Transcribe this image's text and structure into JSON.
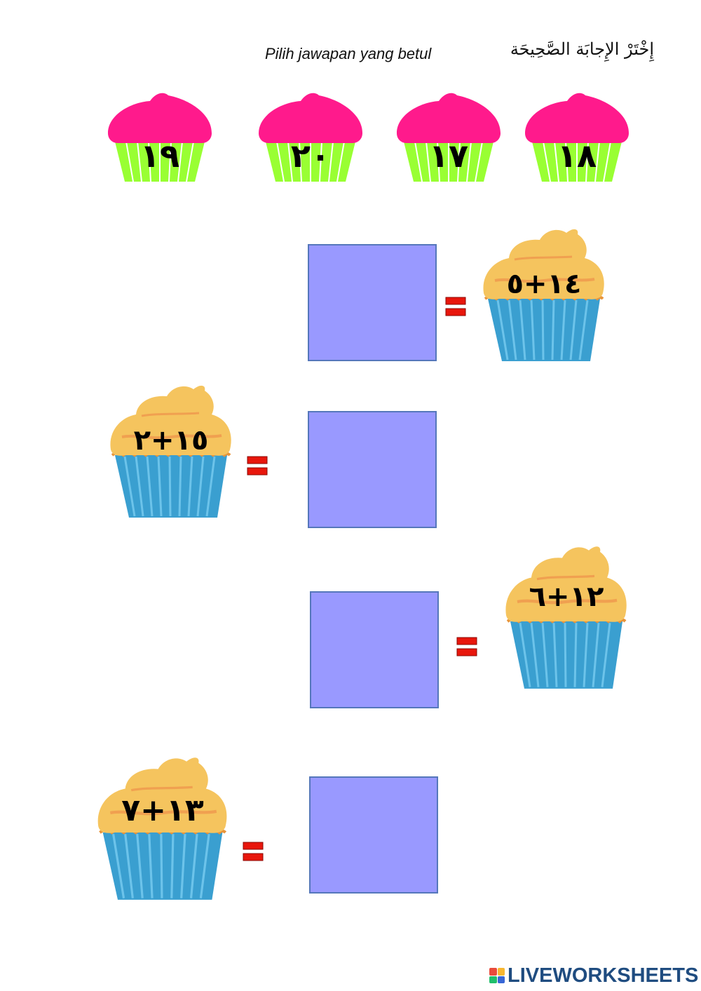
{
  "instructions": {
    "malay": "Pilih jawapan yang betul",
    "arabic": "إِخْتَرْ الإِجابَة الصَّحِيحَة"
  },
  "answer_options": [
    {
      "label": "١٩"
    },
    {
      "label": "٢٠"
    },
    {
      "label": "١٧"
    },
    {
      "label": "١٨"
    }
  ],
  "questions": [
    {
      "expression": "١٤+٥",
      "answer": ""
    },
    {
      "expression": "١٥+٢",
      "answer": ""
    },
    {
      "expression": "١٢+٦",
      "answer": ""
    },
    {
      "expression": "١٣+٧",
      "answer": ""
    }
  ],
  "equals_sign": "=",
  "brand": {
    "name": "LIVEWORKSHEETS"
  },
  "colors": {
    "frosting_pink": "#ff1a8c",
    "wrapper_green": "#99ff33",
    "answer_box": "#9999ff",
    "equals_red": "#e8160c",
    "cupcake_frosting": "#f5c45e",
    "cupcake_wrapper": "#3a9fd0",
    "brand_blue": "#1f4c80"
  }
}
